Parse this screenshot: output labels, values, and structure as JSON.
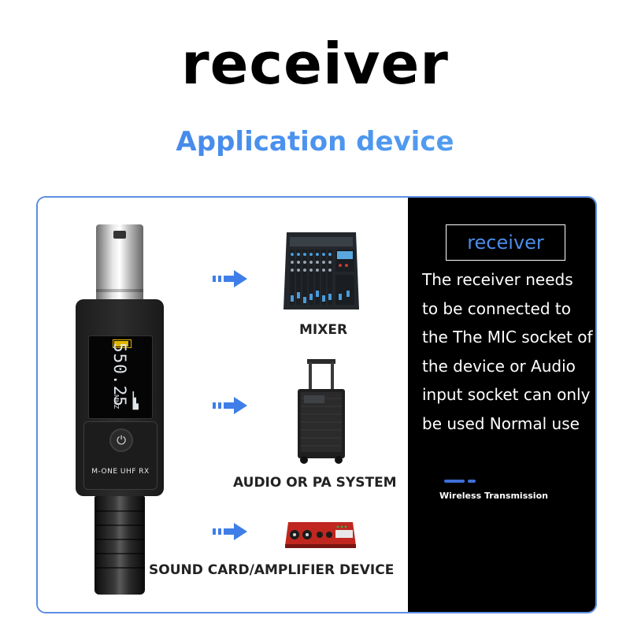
{
  "header": {
    "title": "receiver",
    "subtitle": "Application device"
  },
  "device": {
    "frequency": "550.25",
    "frequency_unit": "MHZ",
    "model_label": "M-ONE UHF RX",
    "power_icon": "power-icon"
  },
  "applications": [
    {
      "label": "MIXER",
      "icon": "mixer-icon"
    },
    {
      "label": "AUDIO OR PA SYSTEM",
      "icon": "speaker-icon"
    },
    {
      "label": "SOUND CARD/AMPLIFIER DEVICE",
      "icon": "sound-card-icon"
    }
  ],
  "info_panel": {
    "heading": "receiver",
    "description": "The receiver needs to be connected to the The MIC socket of the device or Audio input socket can only be used Normal use",
    "wireless_label": "Wireless Transmission"
  },
  "colors": {
    "accent_blue": "#4a8de8",
    "arrow_blue": "#3f7ee8",
    "panel_bg": "#000000",
    "frame_border": "#5d8ee6"
  }
}
